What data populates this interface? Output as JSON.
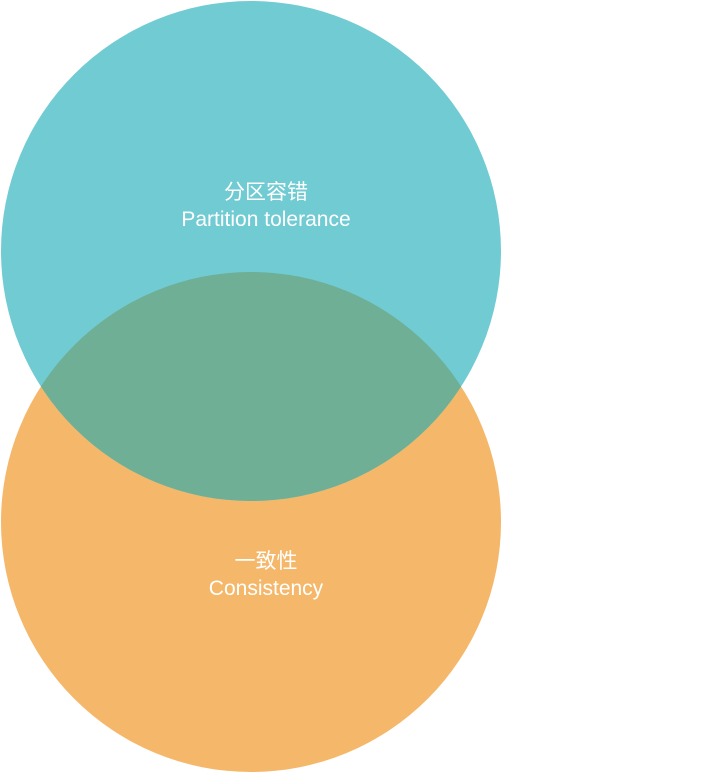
{
  "diagram": {
    "type": "venn",
    "circles": [
      {
        "id": "partition",
        "label_zh": "分区容错",
        "label_en": "Partition tolerance",
        "color": "#71CBD3"
      },
      {
        "id": "consistency",
        "label_zh": "一致性",
        "label_en": "Consistency",
        "color": "#F5B769"
      }
    ],
    "overlap_color": "#6EAF96"
  }
}
